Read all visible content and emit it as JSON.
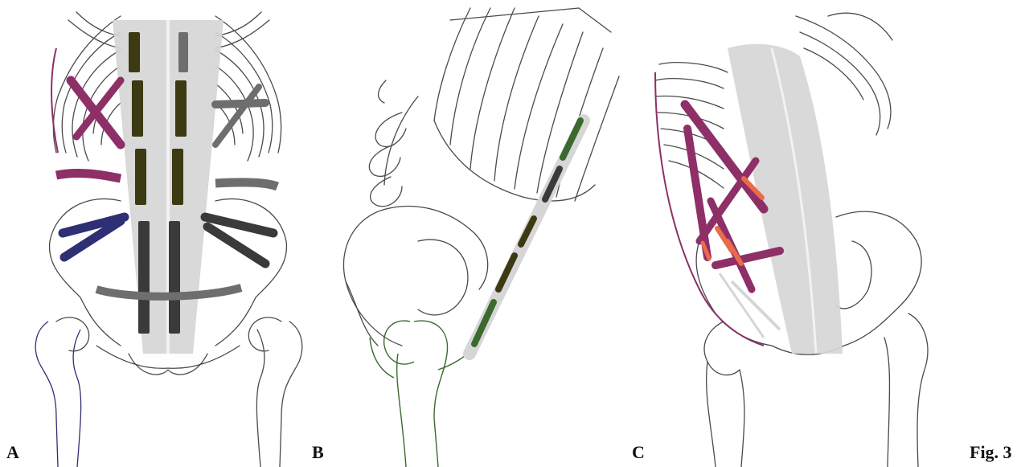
{
  "labels": {
    "panel_a": "A",
    "panel_b": "B",
    "panel_c": "C",
    "figure": "Fig. 3"
  },
  "colors": {
    "outline": "#4a4a4a",
    "rectus_sheath": "#d6d6d6",
    "rectus_segment_dark": "#3a3a3a",
    "rectus_segment_olive": "#3b3a12",
    "oblique_magenta": "#8e2f68",
    "oblique_blue": "#2e2f74",
    "oblique_gray": "#6e6e6e",
    "leg_green": "#3a6a2e",
    "highlight_orange": "#ea6b4a"
  }
}
